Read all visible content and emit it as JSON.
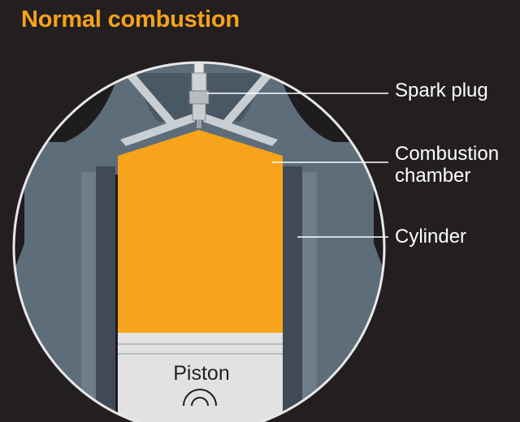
{
  "title": "Normal combustion",
  "labels": {
    "spark_plug": "Spark plug",
    "chamber_line1": "Combustion",
    "chamber_line2": "chamber",
    "cylinder": "Cylinder",
    "piston": "Piston"
  },
  "colors": {
    "background": "#231f20",
    "title": "#f5a31a",
    "chamber_fill": "#f7a31c",
    "engine_block": "#5d6d7a",
    "engine_dark": "#3f4a55",
    "circle_fill": "#1f1c1d",
    "piston": "#e2e2e2",
    "valve": "#c9ced3",
    "leader_line": "#ffffff"
  }
}
